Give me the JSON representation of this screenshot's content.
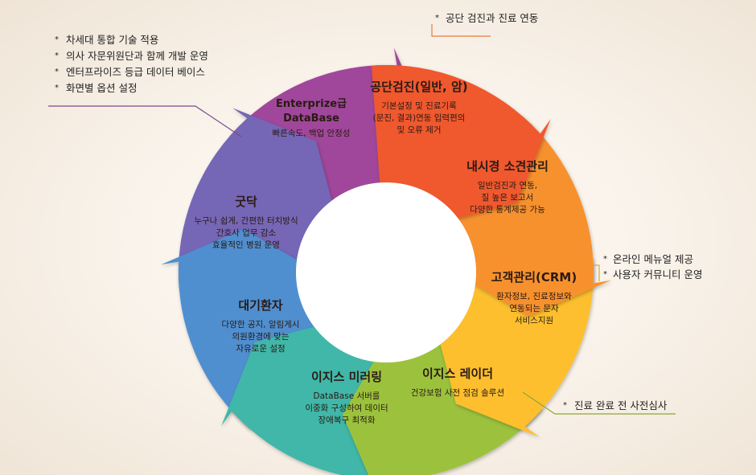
{
  "segments": [
    {
      "id": "seg-0",
      "title": "공단검진(일반, 암)",
      "desc": [
        "기본설정 및 진료기록",
        "(문진, 결과)연동 입력편의",
        "및 오류 제거"
      ],
      "color": "#f0592e"
    },
    {
      "id": "seg-1",
      "title": "내시경 소견관리",
      "desc": [
        "일반검진과 연동,",
        "질 높은 보고서",
        "다양한 통계제공 가능"
      ],
      "color": "#f7912f"
    },
    {
      "id": "seg-2",
      "title": "고객관리(CRM)",
      "desc": [
        "환자정보, 진료정보와",
        "연동되는 문자",
        "서비스지원"
      ],
      "color": "#fdbf2d"
    },
    {
      "id": "seg-3",
      "title": "이지스 레이더",
      "desc": [
        "건강보험 사전 점검 솔루션"
      ],
      "color": "#9cc23c"
    },
    {
      "id": "seg-4",
      "title": "이지스 미러링",
      "desc": [
        "DataBase 서버를",
        "이중화 구성하여 데이터",
        "장애복구 최적화"
      ],
      "color": "#3fb7a8"
    },
    {
      "id": "seg-5",
      "title": "대기환자",
      "desc": [
        "다양한 공지, 알림게시",
        "의원환경에 맞는",
        "자유로운 설정"
      ],
      "color": "#4f8fd0"
    },
    {
      "id": "seg-6",
      "title": "굿닥",
      "desc": [
        "누구나 쉽게, 간편한 터치방식",
        "간호사 업무 감소",
        "효율적인 병원 운영"
      ],
      "color": "#7466b6"
    },
    {
      "id": "seg-7",
      "title": "Enterprize급 DataBase",
      "title_lines": [
        "Enterprize급",
        "DataBase"
      ],
      "desc": [
        "빠른속도, 백업 안정성"
      ],
      "color": "#a0479b"
    }
  ],
  "notes": {
    "top": {
      "items": [
        "공단 검진과 진료 연동"
      ],
      "marker": "*"
    },
    "top_left": {
      "items": [
        "차세대 통합 기술 적용",
        "의사 자문위원단과 함께 개발 운영",
        "엔터프라이즈 등급 데이터 베이스",
        "화면별 옵션 설정"
      ],
      "marker": "*"
    },
    "right": {
      "items": [
        "온라인 메뉴얼 제공",
        "사용자 커뮤니티 운영"
      ],
      "marker": "*"
    },
    "bottom_right": {
      "items": [
        "진료 완료 전 사전심사"
      ],
      "marker": "*"
    }
  }
}
